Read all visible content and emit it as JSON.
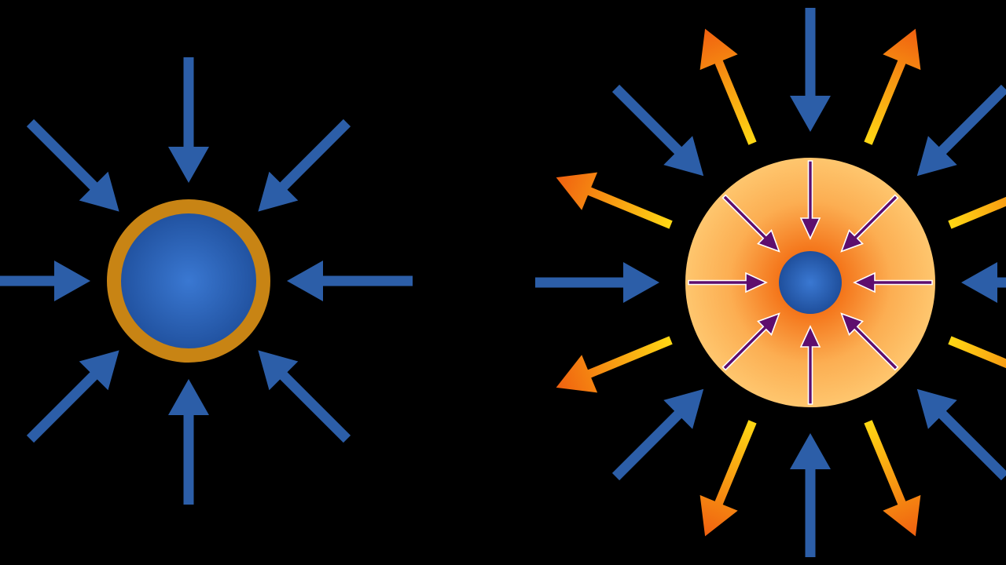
{
  "colors": {
    "background": "#000000",
    "compression_arrow": "#2c5ea8",
    "shell_ring": "#c88414",
    "core_light": "#3a78d2",
    "core_dark": "#1f4f9c",
    "plasma_inner": "#f36d12",
    "plasma_mid": "#fcae52",
    "plasma_outer": "#fec66e",
    "ejecta_tip": "#f06010",
    "ejecta_tail": "#ffd814",
    "implosion_arrow": "#5e0e6e",
    "implosion_outline": "#ffffff"
  },
  "left_diagram": {
    "description_name": "capsule-under-compression",
    "inward_arrow_count": 8,
    "has_ablator_shell": true
  },
  "right_diagram": {
    "description_name": "ablating-capsule",
    "inward_arrow_count": 8,
    "outward_arrow_count": 8,
    "inner_implosion_arrow_count": 8
  }
}
